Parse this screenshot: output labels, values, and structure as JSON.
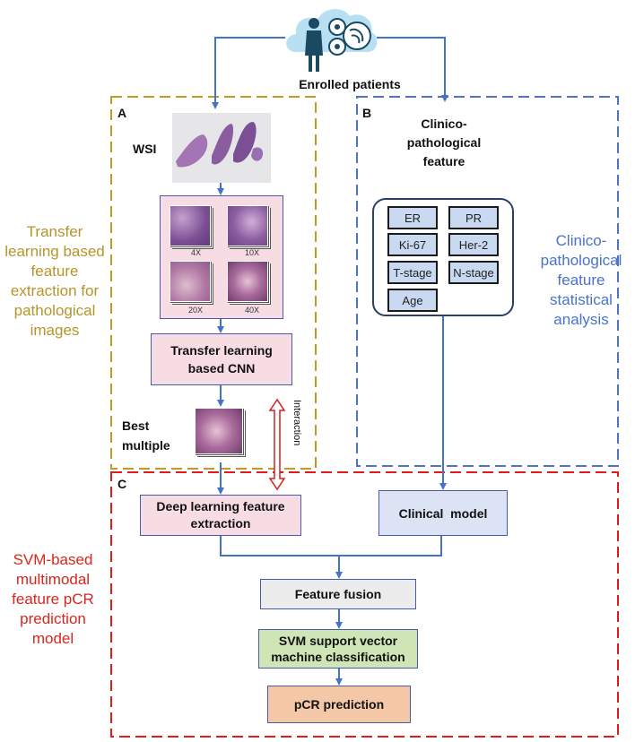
{
  "title": "Enrolled patients",
  "panel_a": {
    "letter": "A",
    "wsi_label": "WSI",
    "magnifications": [
      "4X",
      "10X",
      "20X",
      "40X"
    ],
    "cnn_box": "Transfer learning based CNN",
    "best_label": "Best multiple"
  },
  "panel_b": {
    "letter": "B",
    "heading": "Clinico-pathological feature",
    "features": [
      "ER",
      "PR",
      "Ki-67",
      "Her-2",
      "T-stage",
      "N-stage",
      "Age"
    ]
  },
  "panel_c": {
    "letter": "C",
    "deep_box": "Deep learning feature extraction",
    "clinical_box": "Clinical  model",
    "fusion_box": "Feature fusion",
    "svm_box": "SVM support vector machine classification",
    "pcr_box": "pCR prediction"
  },
  "interaction_label": "Interaction",
  "side_labels": {
    "left_top": "Transfer learning based feature extraction for pathological images",
    "right": "Clinico-pathological feature statistical analysis",
    "left_bottom": "SVM-based multimodal feature pCR prediction model"
  },
  "colors": {
    "panel_a_border": "#c29b1f",
    "panel_b_border": "#4f74c7",
    "panel_c_border": "#e01b1b",
    "arrow": "#4472c4",
    "pink_fill": "#f7dce4",
    "blue_fill": "#dbe3f4",
    "grey_fill": "#ececec",
    "green_fill": "#cfe5b6",
    "orange_fill": "#f4c8a6",
    "side_left_top": "#b6942a",
    "side_right": "#4a73c9",
    "side_left_bottom": "#d8261e"
  },
  "icons": {
    "patient": "patient-doctor-icon",
    "wsi": "whole-slide-image-icon"
  }
}
